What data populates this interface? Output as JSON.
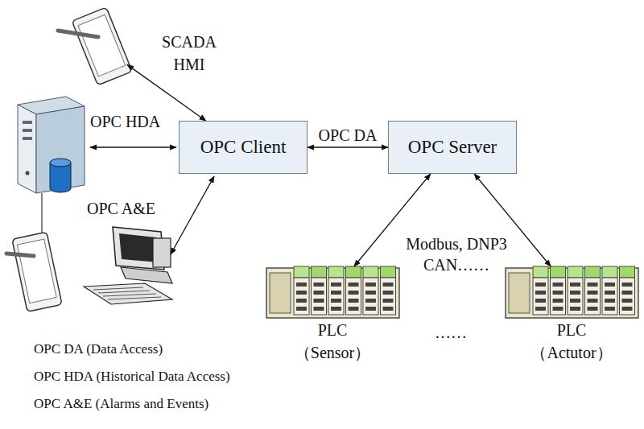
{
  "diagram": {
    "nodes": [
      {
        "text": [
          "SCADA HMI"
        ]
      },
      {
        "text": [
          "OPC Client"
        ]
      },
      {
        "text": [
          "OPC Server"
        ]
      },
      {
        "text": [
          "PLC （Sensor）"
        ]
      },
      {
        "text": [
          "PLC （Actutor）"
        ]
      }
    ],
    "edges": [
      {
        "from": 0,
        "to": 1,
        "arrow": "both"
      },
      {
        "from": 1,
        "to": 2,
        "label": "OPC DA",
        "arrow": "both"
      },
      {
        "from": 2,
        "to": 3,
        "arrow": "both"
      },
      {
        "from": 2,
        "to": 4,
        "arrow": "both"
      }
    ],
    "labels": [
      "OPC HDA",
      "OPC A&E",
      "Modbus, DNP3 CAN……",
      "……",
      "OPC DA (Data Access)",
      "OPC HDA (Historical Data Access)",
      "OPC A&E (Alarms and Events)"
    ]
  }
}
